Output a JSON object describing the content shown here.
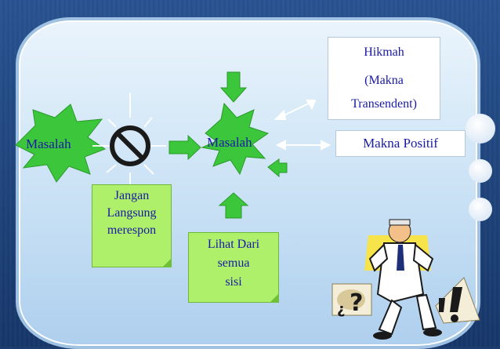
{
  "diagram": {
    "star_left": "Masalah",
    "star_center": "Masalah",
    "note_left": [
      "Jangan",
      "Langsung",
      "merespon"
    ],
    "note_bottom": [
      "Lihat Dari",
      "semua",
      "sisi"
    ],
    "box_top": [
      "Hikmah",
      "(Makna",
      "Transendent)"
    ],
    "box_right": "Makna Positif"
  },
  "colors": {
    "star": "#3cc63c",
    "arrow": "#3cc63c",
    "note": "#aef06a",
    "text": "#1a1aa6"
  }
}
